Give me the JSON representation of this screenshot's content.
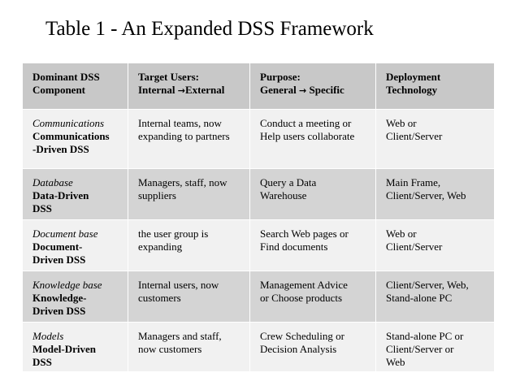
{
  "title": "Table 1 - An Expanded DSS Framework",
  "table": {
    "headers": [
      {
        "lines": [
          "Dominant DSS",
          "Component"
        ]
      },
      {
        "line1": "Target Users:",
        "line2a": "Internal ",
        "arrow": "→",
        "line2b": "External"
      },
      {
        "line1": "Purpose:",
        "line2a": "General ",
        "arrow": "→",
        "line2b": " Specific"
      },
      {
        "lines": [
          "Deployment",
          "Technology"
        ]
      }
    ],
    "rows": [
      {
        "component_italic": "Communications",
        "component_bold": [
          "Communications",
          "-Driven DSS"
        ],
        "users": [
          "Internal teams, now",
          "expanding to partners"
        ],
        "purpose": [
          "Conduct a meeting or",
          "Help users collaborate"
        ],
        "technology": [
          "Web or",
          "Client/Server"
        ]
      },
      {
        "component_italic": "Database",
        "component_bold": [
          "Data-Driven",
          "DSS"
        ],
        "users": [
          "Managers, staff, now",
          "suppliers"
        ],
        "purpose": [
          "Query a Data",
          "Warehouse"
        ],
        "technology": [
          "Main Frame,",
          "Client/Server, Web"
        ]
      },
      {
        "component_italic": "Document base",
        "component_bold": [
          "Document-",
          "Driven DSS"
        ],
        "users": [
          "the user group is",
          "expanding"
        ],
        "purpose": [
          "Search Web pages or",
          "Find documents"
        ],
        "technology": [
          "Web or",
          "Client/Server"
        ]
      },
      {
        "component_italic": "Knowledge base",
        "component_bold": [
          "Knowledge-",
          "Driven DSS"
        ],
        "users": [
          "Internal users, now",
          "customers"
        ],
        "purpose": [
          "Management Advice",
          "or Choose products"
        ],
        "technology": [
          "Client/Server, Web,",
          "Stand-alone PC"
        ]
      },
      {
        "component_italic": "Models",
        "component_bold": [
          "Model-Driven",
          "DSS"
        ],
        "users": [
          "Managers and staff,",
          "now customers"
        ],
        "purpose": [
          "Crew Scheduling or",
          "Decision Analysis"
        ],
        "technology": [
          "Stand-alone PC or",
          "Client/Server or",
          "Web"
        ]
      }
    ]
  }
}
